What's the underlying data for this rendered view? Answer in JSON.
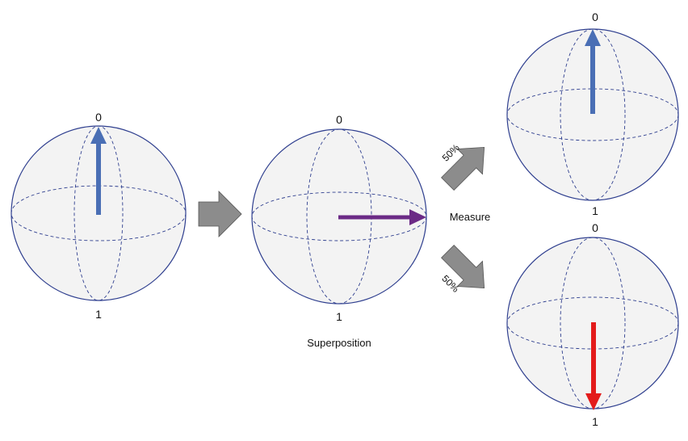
{
  "colors": {
    "sphere_fill": "#f3f3f3",
    "sphere_stroke": "#2f3f8f",
    "dashed_stroke": "#2f3f8f",
    "state_zero": "#4a6fb5",
    "state_superposition": "#6b2a86",
    "state_one": "#e31b1b",
    "process_arrow": "#8c8c8c"
  },
  "spheres": [
    {
      "id": "initial",
      "top_label": "0",
      "bottom_label": "1",
      "state": "up"
    },
    {
      "id": "superposition",
      "top_label": "0",
      "bottom_label": "1",
      "state": "equator"
    },
    {
      "id": "result-zero",
      "top_label": "0",
      "bottom_label": "1",
      "state": "up"
    },
    {
      "id": "result-one",
      "top_label": "0",
      "bottom_label": "1",
      "state": "down"
    }
  ],
  "labels": {
    "superposition": "Superposition",
    "measure": "Measure",
    "prob_upper": "50%",
    "prob_lower": "50%"
  }
}
